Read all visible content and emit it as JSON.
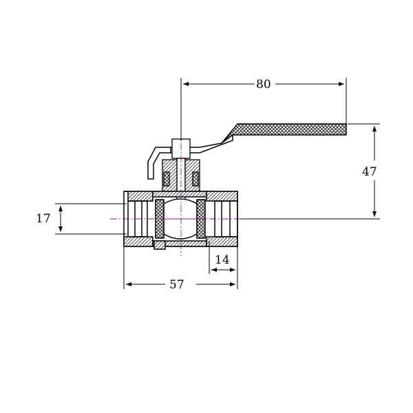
{
  "dimensions": {
    "handle_length": "80",
    "handle_height": "47",
    "pipe_diameter": "17",
    "thread_length": "14",
    "body_length": "57"
  },
  "colors": {
    "line": "#000000",
    "centerline": "#b000b0",
    "background": "#ffffff"
  }
}
